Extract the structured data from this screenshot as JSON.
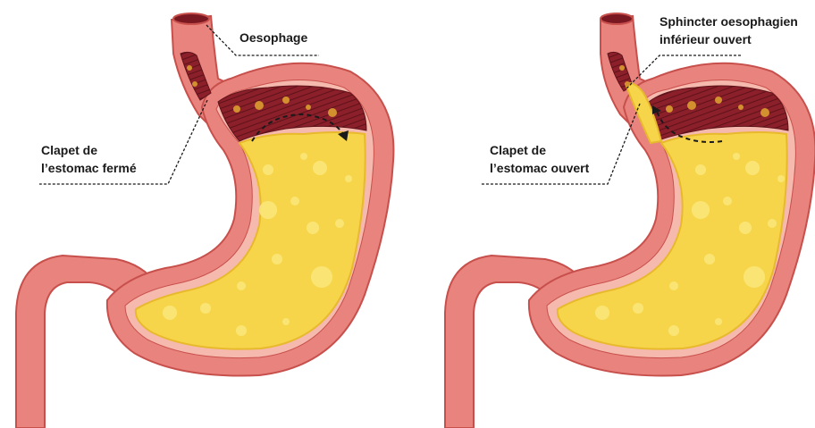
{
  "diagrams": [
    {
      "state": "closed",
      "labels": {
        "oesophagus": [
          "Oesophage"
        ],
        "valve": [
          "Clapet de",
          "l’estomac fermé"
        ]
      }
    },
    {
      "state": "open",
      "labels": {
        "sphincter": [
          "Sphincter oesophagien",
          "inférieur ouvert"
        ],
        "valve": [
          "Clapet de",
          "l’estomac ouvert"
        ]
      }
    }
  ],
  "colors": {
    "wall_outer": "#e9837d",
    "wall_outline": "#c8504c",
    "wall_inner": "#f6b9ae",
    "gastric_fluid": "#f6d54a",
    "gastric_fluid_dark": "#e8b92c",
    "bubble": "#fbe779",
    "mucosa": "#8b1f2a",
    "mucosa_dark": "#5e1219",
    "food_particle": "#d3902f",
    "leader_line": "#1a1a1a"
  },
  "icons": [
    "stomach-illustration",
    "arrow-reflux-icon",
    "arrow-circulation-icon"
  ]
}
